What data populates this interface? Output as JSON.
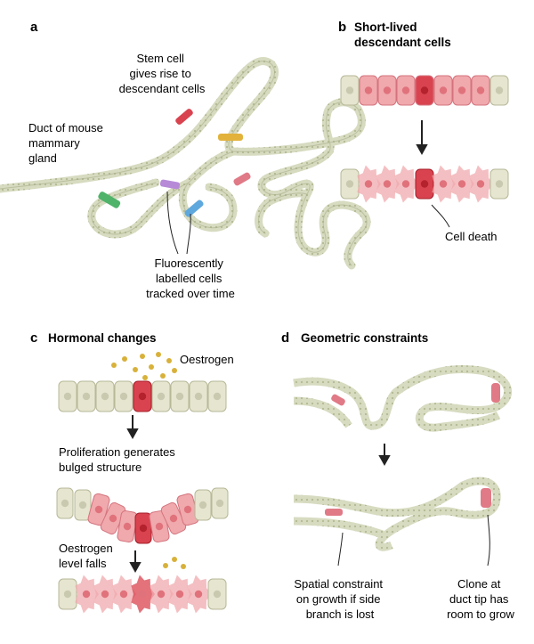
{
  "panel_a": {
    "letter": "a",
    "label_stem": [
      "Stem cell",
      "gives rise to",
      "descendant cells"
    ],
    "label_duct": [
      "Duct of mouse",
      "mammary",
      "gland"
    ],
    "label_fluor": [
      "Fluorescently",
      "labelled cells",
      "tracked over time"
    ]
  },
  "panel_b": {
    "letter": "b",
    "title": [
      "Short-lived",
      "descendant cells"
    ],
    "label_death": "Cell death"
  },
  "panel_c": {
    "letter": "c",
    "title": "Hormonal changes",
    "label_oestrogen": "Oestrogen",
    "label_prolif": [
      "Proliferation generates",
      "bulged structure"
    ],
    "label_falls": [
      "Oestrogen",
      "level falls"
    ]
  },
  "panel_d": {
    "letter": "d",
    "title": "Geometric constraints",
    "label_spatial": [
      "Spatial constraint",
      "on growth if side",
      "branch is lost"
    ],
    "label_clone": [
      "Clone at",
      "duct tip has",
      "room to grow"
    ]
  },
  "colors": {
    "duct": "#d9dcc2",
    "duct_edge": "#b9bd9c",
    "cell_beige": "#e6e5cf",
    "cell_pink": "#f0a9ad",
    "cell_red": "#d9434f",
    "green": "#4fb36a",
    "purple": "#b78ad8",
    "blue": "#5fa8dd",
    "orange": "#e2b23b",
    "oestrogen_dot": "#d8b13a"
  }
}
